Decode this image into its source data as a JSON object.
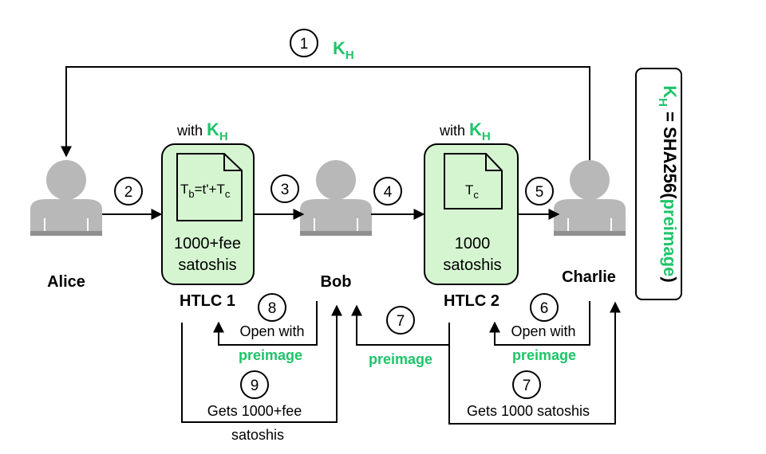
{
  "colors": {
    "green_text": "#1fc46a",
    "htlc_fill": "#d5f5d0",
    "htlc_stroke": "#000000",
    "person_head": "#b8b8b8",
    "person_body": "#b8b8b8",
    "person_base": "#8f8f8f"
  },
  "participants": {
    "alice": "Alice",
    "bob": "Bob",
    "charlie": "Charlie"
  },
  "htlc1": {
    "with": "with",
    "key": "K",
    "key_sub": "H",
    "doc_T": "T",
    "doc_b": "b",
    "doc_mid": "=t'+T",
    "doc_c": "c",
    "amount": "1000+fee",
    "unit": "satoshis",
    "title": "HTLC 1"
  },
  "htlc2": {
    "with": "with",
    "key": "K",
    "key_sub": "H",
    "doc_T": "T",
    "doc_c": "c",
    "amount": "1000",
    "unit": "satoshis",
    "title": "HTLC 2"
  },
  "steps": {
    "s1": "1",
    "s2": "2",
    "s3": "3",
    "s4": "4",
    "s5": "5",
    "s6": "6",
    "s7a": "7",
    "s7b": "7",
    "s8": "8",
    "s9": "9"
  },
  "top_key": {
    "key": "K",
    "sub": "H"
  },
  "labels": {
    "open_with_1": "Open with",
    "preimage_1": "preimage",
    "open_with_2": "Open with",
    "preimage_2": "preimage",
    "preimage_mid": "preimage",
    "gets_1_line1": "Gets 1000+fee",
    "gets_1_line2": "satoshis",
    "gets_2": "Gets 1000 satoshis"
  },
  "legend": {
    "key": "K",
    "sub": "H",
    "eq": " = SHA256(",
    "pre": "preimage",
    "close": ")"
  }
}
